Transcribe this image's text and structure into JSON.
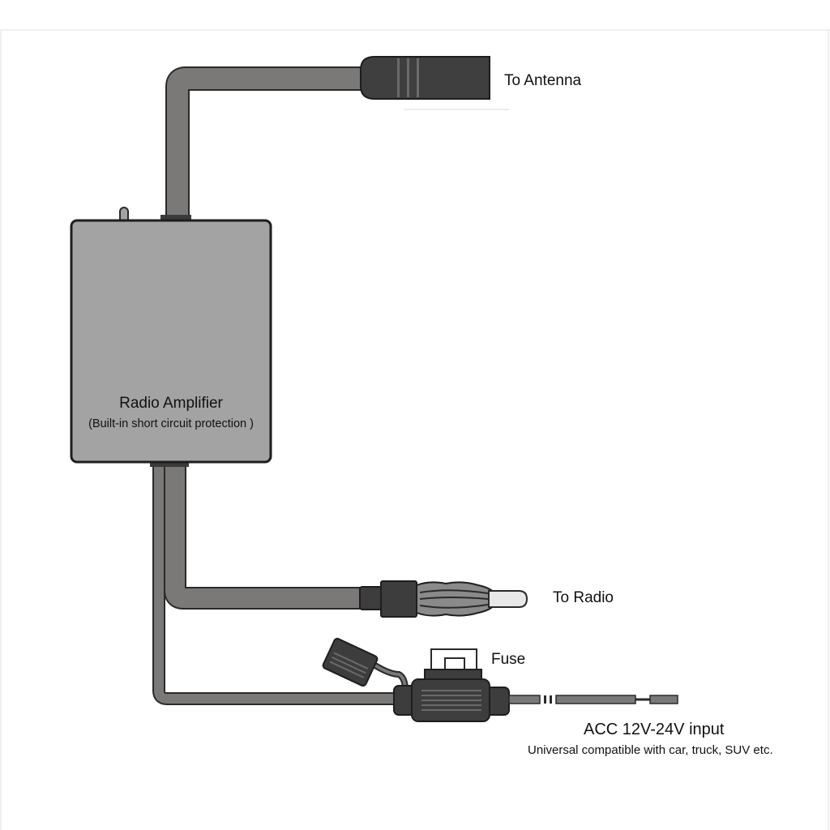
{
  "amplifier": {
    "title": "Radio Amplifier",
    "subtitle": "(Built-in short circuit protection )"
  },
  "labels": {
    "antenna": "To Antenna",
    "radio": "To Radio",
    "fuse": "Fuse",
    "acc_input": "ACC 12V-24V input",
    "acc_compat": "Universal compatible with car, truck, SUV etc."
  },
  "colors": {
    "cable": "#7b7878",
    "cable_outline": "#2a2a2a",
    "box_fill": "#a3a3a3",
    "connector_dark": "#3d3d3d",
    "text": "#111111"
  }
}
